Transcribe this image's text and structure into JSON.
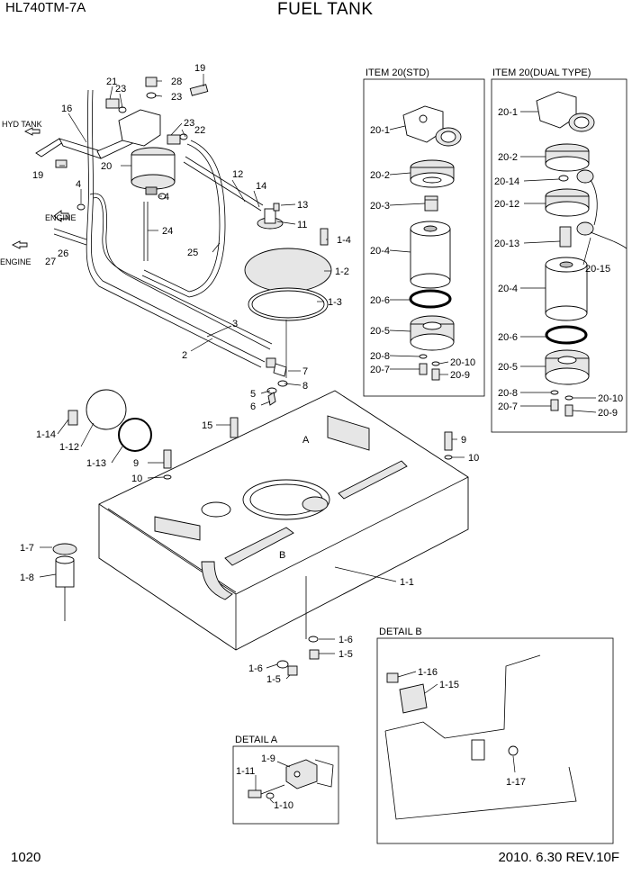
{
  "header": {
    "model": "HL740TM-7A",
    "title": "FUEL TANK"
  },
  "footer": {
    "page": "1020",
    "revision": "2010. 6.30  REV.10F"
  },
  "flow_labels": {
    "hyd_tank": "HYD TANK",
    "engine_1": "ENGINE",
    "engine_2": "ENGINE"
  },
  "boxes": {
    "item20_std": "ITEM 20(STD)",
    "item20_dual": "ITEM 20(DUAL TYPE)",
    "detail_a": "DETAIL A",
    "detail_b": "DETAIL B"
  },
  "detail_markers": {
    "a": "A",
    "b": "B"
  },
  "callouts": {
    "c19a": "19",
    "c21": "21",
    "c23a": "23",
    "c28": "28",
    "c23b": "23",
    "c16": "16",
    "c23c": "23",
    "c22": "22",
    "c20": "20",
    "c19b": "19",
    "c4a": "4",
    "c4b": "4",
    "c12": "12",
    "c14": "14",
    "c13": "13",
    "c11": "11",
    "c24": "24",
    "c25": "25",
    "c26": "26",
    "c27": "27",
    "c1_4": "1-4",
    "c1_2": "1-2",
    "c1_3": "1-3",
    "c3": "3",
    "c2": "2",
    "c7": "7",
    "c8": "8",
    "c5": "5",
    "c6": "6",
    "c1_14": "1-14",
    "c1_12": "1-12",
    "c1_13": "1-13",
    "c15": "15",
    "c9a": "9",
    "c10a": "10",
    "c9b": "9",
    "c10b": "10",
    "c1_7": "1-7",
    "c1_8": "1-8",
    "c1_1": "1-1",
    "c1_6a": "1-6",
    "c1_5a": "1-5",
    "c1_6b": "1-6",
    "c1_5b": "1-5",
    "s20_1": "20-1",
    "s20_2": "20-2",
    "s20_3": "20-3",
    "s20_4": "20-4",
    "s20_6": "20-6",
    "s20_5": "20-5",
    "s20_8": "20-8",
    "s20_7": "20-7",
    "s20_10": "20-10",
    "s20_9": "20-9",
    "d20_1": "20-1",
    "d20_2": "20-2",
    "d20_14": "20-14",
    "d20_12": "20-12",
    "d20_13": "20-13",
    "d20_15": "20-15",
    "d20_4": "20-4",
    "d20_6": "20-6",
    "d20_5": "20-5",
    "d20_8": "20-8",
    "d20_7": "20-7",
    "d20_10": "20-10",
    "d20_9": "20-9",
    "b1_16": "1-16",
    "b1_15": "1-15",
    "b1_17": "1-17",
    "a1_9": "1-9",
    "a1_11": "1-11",
    "a1_10": "1-10"
  }
}
